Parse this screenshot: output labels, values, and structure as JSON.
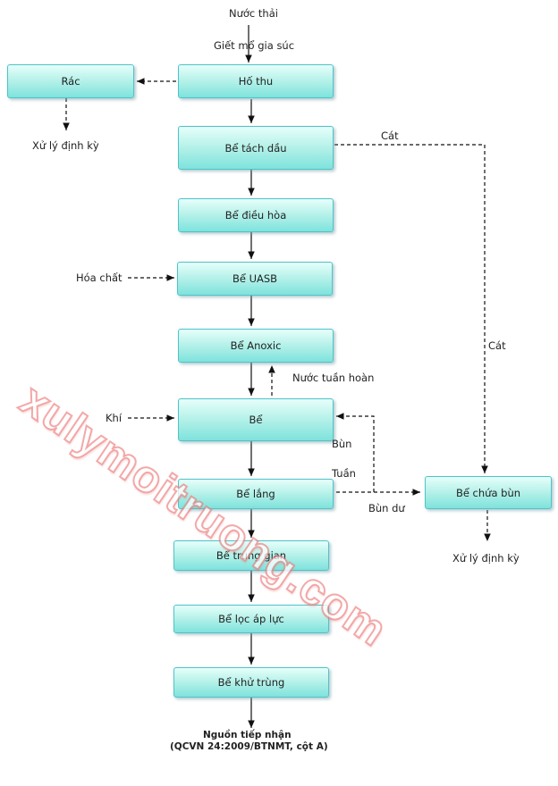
{
  "source_label": "Nước thải",
  "source_sub_label": "Giết mổ gia súc",
  "boxes": {
    "ho_thu": "Hố thu",
    "rac": "Rác",
    "tach_dau": "Bể tách dầu",
    "dieu_hoa": "Bể điều hòa",
    "uasb": "Bể UASB",
    "anoxic": "Bể Anoxic",
    "be": "Bể",
    "lang": "Bể lắng",
    "trung_gian": "Bể trung gian",
    "loc_ap_luc": "Bể lọc áp lực",
    "khu_trung": "Bể khử trùng",
    "chua_bun": "Bể  chứa bùn"
  },
  "labels": {
    "xu_ly_dinh_ky_1": "Xử lý định kỳ",
    "xu_ly_dinh_ky_2": "Xử lý định kỳ",
    "cat_1": "Cát",
    "cat_2": "Cát",
    "hoa_chat": "Hóa chất",
    "khi": "Khí",
    "nuoc_tuan_hoan": "Nước tuần hoàn",
    "bun": "Bùn",
    "tuan": "Tuần",
    "bun_du": "Bùn dư",
    "nguon_tiep_nhan": "Nguồn tiếp nhận",
    "qcvn": "(QCVN 24:2009/BTNMT, cột A)"
  },
  "watermark": "xulymoitruong.com"
}
